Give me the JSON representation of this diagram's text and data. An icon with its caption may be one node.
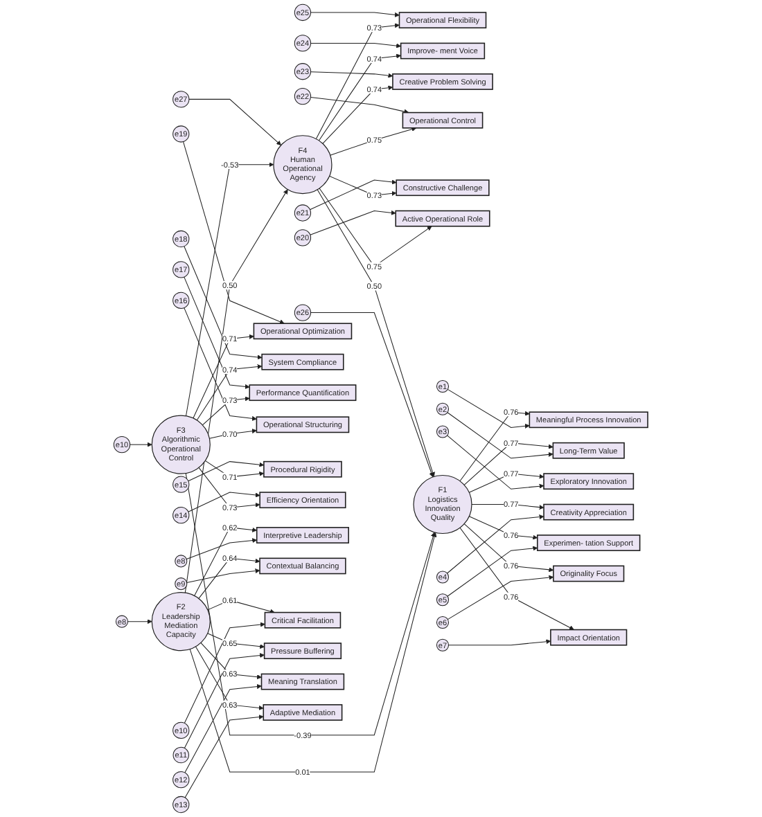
{
  "diagram": {
    "nodes": [
      {
        "text": [
          "e25"
        ]
      },
      {
        "text": [
          "Operational Flexibility"
        ]
      },
      {
        "text": [
          "e24"
        ]
      },
      {
        "text": [
          "Improve- ment Voice"
        ]
      },
      {
        "text": [
          "e23"
        ]
      },
      {
        "text": [
          "Creative Problem Solving"
        ]
      },
      {
        "text": [
          "e22"
        ]
      },
      {
        "text": [
          "Operational Control"
        ]
      },
      {
        "text": [
          "e21"
        ]
      },
      {
        "text": [
          "Constructive Challenge"
        ]
      },
      {
        "text": [
          "e20"
        ]
      },
      {
        "text": [
          "Active Operational Role"
        ]
      },
      {
        "text": [
          "e27"
        ]
      },
      {
        "text": [
          "F4",
          "Human Operational Agency"
        ]
      },
      {
        "text": [
          "e26"
        ]
      },
      {
        "text": [
          "F1",
          "Logistics Innovation Quality"
        ]
      },
      {
        "text": [
          "Meaningful Process Innovation"
        ]
      },
      {
        "text": [
          "e1"
        ]
      },
      {
        "text": [
          "Long-Term Value"
        ]
      },
      {
        "text": [
          "e2"
        ]
      },
      {
        "text": [
          "Exploratory Innovation"
        ]
      },
      {
        "text": [
          "e3"
        ]
      },
      {
        "text": [
          "Creativity Appreciation"
        ]
      },
      {
        "text": [
          "e4"
        ]
      },
      {
        "text": [
          "Experimen- tation Support"
        ]
      },
      {
        "text": [
          "e5"
        ]
      },
      {
        "text": [
          "Originality Focus"
        ]
      },
      {
        "text": [
          "e6"
        ]
      },
      {
        "text": [
          "Impact Orientation"
        ]
      },
      {
        "text": [
          "e7"
        ]
      },
      {
        "text": [
          "e19"
        ]
      },
      {
        "text": [
          "Operational Optimization"
        ]
      },
      {
        "text": [
          "e18"
        ]
      },
      {
        "text": [
          "System Compliance"
        ]
      },
      {
        "text": [
          "e17"
        ]
      },
      {
        "text": [
          "Performance Quantification"
        ]
      },
      {
        "text": [
          "e16"
        ]
      },
      {
        "text": [
          "Operational Structuring"
        ]
      },
      {
        "text": [
          "e15"
        ]
      },
      {
        "text": [
          "Procedural Rigidity"
        ]
      },
      {
        "text": [
          "e14"
        ]
      },
      {
        "text": [
          "Efficiency Orientation"
        ]
      },
      {
        "text": [
          "F3",
          "Algorithmic Operational Control"
        ]
      },
      {
        "text": [
          "e10"
        ]
      },
      {
        "text": [
          "F2",
          "Leadership Mediation Capacity"
        ]
      },
      {
        "text": [
          "Interpretive Leadership"
        ]
      },
      {
        "text": [
          "e8"
        ]
      },
      {
        "text": [
          "Contextual Balancing"
        ]
      },
      {
        "text": [
          "e9"
        ]
      },
      {
        "text": [
          "Critical Facilitation"
        ]
      },
      {
        "text": [
          "e10"
        ]
      },
      {
        "text": [
          "Pressure Buffering"
        ]
      },
      {
        "text": [
          "e11"
        ]
      },
      {
        "text": [
          "Meaning Translation"
        ]
      },
      {
        "text": [
          "e12"
        ]
      },
      {
        "text": [
          "Adaptive Mediation"
        ]
      },
      {
        "text": [
          "e13"
        ]
      },
      {
        "text": [
          "e8"
        ]
      }
    ],
    "edges": [
      {
        "from": 0,
        "to": 1,
        "arrow": "to"
      },
      {
        "from": 13,
        "to": 1,
        "arrow": "to",
        "label": "0.73"
      },
      {
        "from": 2,
        "to": 3,
        "arrow": "to"
      },
      {
        "from": 13,
        "to": 3,
        "arrow": "to",
        "label": "0.74"
      },
      {
        "from": 4,
        "to": 5,
        "arrow": "to"
      },
      {
        "from": 13,
        "to": 5,
        "arrow": "to",
        "label": "0.74"
      },
      {
        "from": 6,
        "to": 7,
        "arrow": "to"
      },
      {
        "from": 13,
        "to": 7,
        "arrow": "to",
        "label": "0.75"
      },
      {
        "from": 8,
        "to": 9,
        "arrow": "to"
      },
      {
        "from": 13,
        "to": 9,
        "arrow": "to",
        "label": "0.73"
      },
      {
        "from": 10,
        "to": 11,
        "arrow": "to"
      },
      {
        "from": 13,
        "to": 11,
        "arrow": "to",
        "label": "0.75"
      },
      {
        "from": 12,
        "to": 13,
        "arrow": "to"
      },
      {
        "from": 13,
        "to": 15,
        "arrow": "to",
        "label": "0.50"
      },
      {
        "from": 14,
        "to": 15,
        "arrow": "to"
      },
      {
        "from": 15,
        "to": 16,
        "arrow": "to",
        "label": "0.76"
      },
      {
        "from": 17,
        "to": 16,
        "arrow": "to"
      },
      {
        "from": 15,
        "to": 18,
        "arrow": "to",
        "label": "0.77"
      },
      {
        "from": 19,
        "to": 18,
        "arrow": "to"
      },
      {
        "from": 15,
        "to": 20,
        "arrow": "to",
        "label": "0.77"
      },
      {
        "from": 21,
        "to": 20,
        "arrow": "to"
      },
      {
        "from": 15,
        "to": 22,
        "arrow": "to",
        "label": "0.77"
      },
      {
        "from": 23,
        "to": 22,
        "arrow": "to"
      },
      {
        "from": 15,
        "to": 24,
        "arrow": "to",
        "label": "0.76"
      },
      {
        "from": 25,
        "to": 24,
        "arrow": "to"
      },
      {
        "from": 15,
        "to": 26,
        "arrow": "to",
        "label": "0.76"
      },
      {
        "from": 27,
        "to": 26,
        "arrow": "to"
      },
      {
        "from": 15,
        "to": 28,
        "arrow": "to",
        "label": "0.76"
      },
      {
        "from": 29,
        "to": 28,
        "arrow": "to"
      },
      {
        "from": 42,
        "to": 13,
        "arrow": "to",
        "label": "-0.53"
      },
      {
        "from": 42,
        "to": 15,
        "arrow": "to",
        "label": "-0.39"
      },
      {
        "from": 44,
        "to": 13,
        "arrow": "to",
        "label": "0.50"
      },
      {
        "from": 44,
        "to": 15,
        "arrow": "to",
        "label": "0.01"
      },
      {
        "from": 30,
        "to": 31,
        "arrow": "to"
      },
      {
        "from": 42,
        "to": 31,
        "arrow": "to",
        "label": "0.71"
      },
      {
        "from": 32,
        "to": 33,
        "arrow": "to"
      },
      {
        "from": 42,
        "to": 33,
        "arrow": "to",
        "label": "0.74"
      },
      {
        "from": 34,
        "to": 35,
        "arrow": "to"
      },
      {
        "from": 42,
        "to": 35,
        "arrow": "to",
        "label": "0.73"
      },
      {
        "from": 36,
        "to": 37,
        "arrow": "to"
      },
      {
        "from": 42,
        "to": 37,
        "arrow": "to",
        "label": "0.70"
      },
      {
        "from": 38,
        "to": 39,
        "arrow": "to"
      },
      {
        "from": 42,
        "to": 39,
        "arrow": "to",
        "label": "0.71"
      },
      {
        "from": 40,
        "to": 41,
        "arrow": "to"
      },
      {
        "from": 42,
        "to": 41,
        "arrow": "to",
        "label": "0.73"
      },
      {
        "from": 43,
        "to": 42,
        "arrow": "to"
      },
      {
        "from": 44,
        "to": 45,
        "arrow": "to",
        "label": "0.62"
      },
      {
        "from": 46,
        "to": 45,
        "arrow": "to"
      },
      {
        "from": 44,
        "to": 47,
        "arrow": "to",
        "label": "0.64"
      },
      {
        "from": 48,
        "to": 47,
        "arrow": "to"
      },
      {
        "from": 44,
        "to": 49,
        "arrow": "to",
        "label": "0.61"
      },
      {
        "from": 50,
        "to": 49,
        "arrow": "to"
      },
      {
        "from": 44,
        "to": 51,
        "arrow": "to",
        "label": "0.65"
      },
      {
        "from": 52,
        "to": 51,
        "arrow": "to"
      },
      {
        "from": 44,
        "to": 53,
        "arrow": "to",
        "label": "0.63"
      },
      {
        "from": 54,
        "to": 53,
        "arrow": "to"
      },
      {
        "from": 44,
        "to": 55,
        "arrow": "to",
        "label": "0.63"
      },
      {
        "from": 56,
        "to": 55,
        "arrow": "to"
      },
      {
        "from": 57,
        "to": 44,
        "arrow": "to"
      }
    ]
  }
}
